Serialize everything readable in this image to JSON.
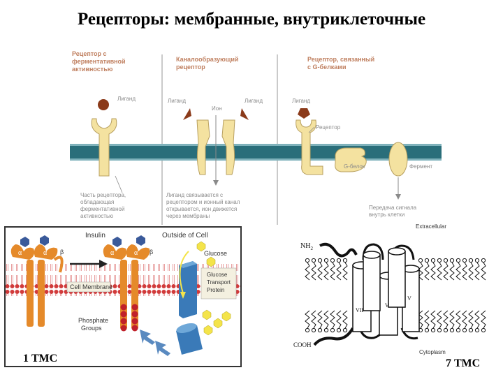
{
  "title": "Рецепторы: мембранные, внутриклеточные",
  "colors": {
    "header_text": "#c08060",
    "caption_text": "#8a8a8a",
    "membrane": "#2a6e7a",
    "receptor": "#f4e2a0",
    "ligand": "#8b3a1a",
    "insulin_orange": "#e58a2a",
    "helix_red": "#d96a6a",
    "glut_blue": "#3a7ab8",
    "phosphate_red": "#c0202a",
    "glucose_yellow": "#f4e44a"
  },
  "top_panel": {
    "col1": {
      "header": [
        "Рецептор с",
        "ферментативной",
        "активностью"
      ],
      "ligand": "Лиганд",
      "caption": [
        "Часть рецептора,",
        "обладающая",
        "ферментативной",
        "активностью"
      ]
    },
    "col2": {
      "header": [
        "Каналообразующий",
        "рецептор"
      ],
      "ligand_left": "Лиганд",
      "ion": "Ион",
      "ligand_right": "Лиганд",
      "caption": [
        "Лиганд связывается с",
        "рецептором и ионный канал",
        "открывается, ион движется",
        "через мембраны"
      ]
    },
    "col3": {
      "header": [
        "Рецептор, связанный",
        "с G-белками"
      ],
      "ligand": "Лиганд",
      "receptor": "Рецептор",
      "g_protein": "G-белок",
      "enzyme": "Фермент",
      "caption": [
        "Передача сигнала",
        "внутрь клетки"
      ]
    }
  },
  "insulin_panel": {
    "insulin": "Insulin",
    "outside": "Outside of Cell",
    "glucose": "Glucose",
    "membrane": "Cell Membrane",
    "glut": [
      "Glucose",
      "Transport",
      "Protein"
    ],
    "phosphate": [
      "Phosphate",
      "Groups"
    ],
    "alpha": "α",
    "beta": "β"
  },
  "gpcr_panel": {
    "extracellular": "Extracellular",
    "nh2": "NH",
    "nh2_sub": "2",
    "cooh": "COOH",
    "cytoplasm": "Cytoplasm",
    "helix_labels": [
      "VII",
      "VI",
      "V"
    ]
  },
  "captions": {
    "left": "1 ТМС",
    "right": "7 ТМС"
  }
}
